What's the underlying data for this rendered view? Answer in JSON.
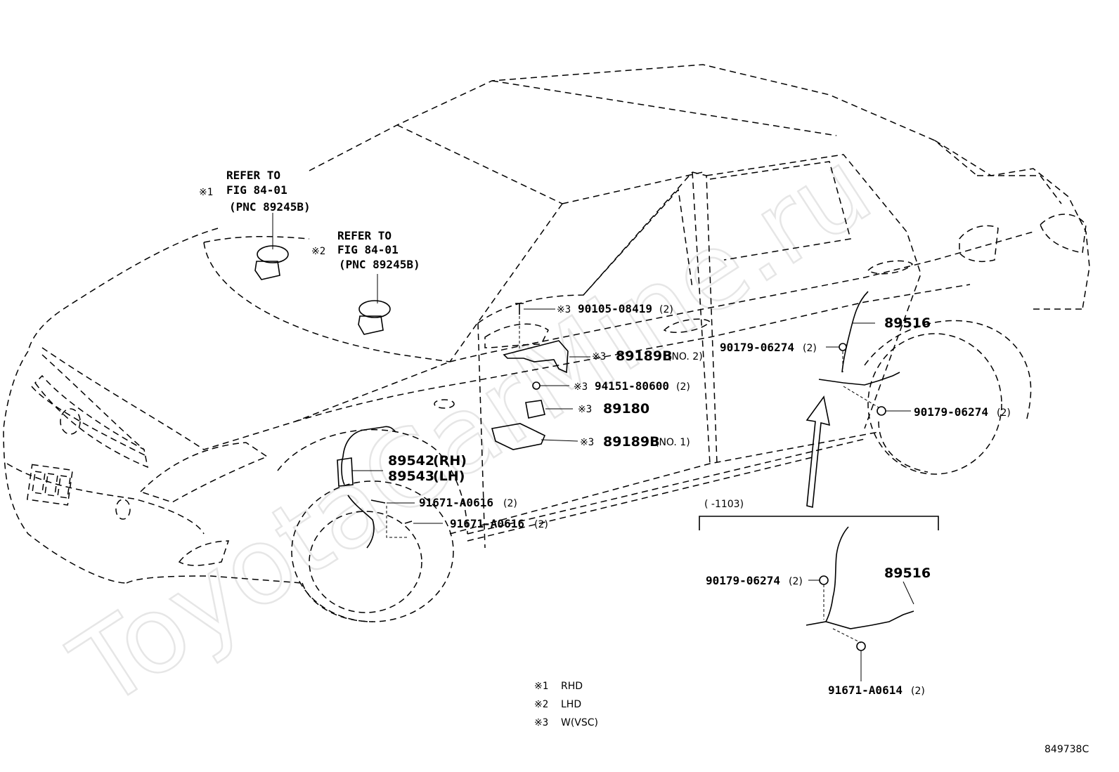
{
  "watermark": "ToyotaCarMine.ru",
  "refs": {
    "rhd": {
      "mark": "※1",
      "line1": "REFER TO",
      "line2": "FIG 84-01",
      "line3": "(PNC 89245B)"
    },
    "lhd": {
      "mark": "※2",
      "line1": "REFER TO",
      "line2": "FIG 84-01",
      "line3": "(PNC 89245B)"
    }
  },
  "parts": {
    "bolt_90105": {
      "mark": "※3",
      "num": "90105-08419",
      "qty": "(2)"
    },
    "bracket_no2": {
      "mark": "※3",
      "num": "89189B",
      "suffix": "(NO. 2)"
    },
    "nut_94151": {
      "mark": "※3",
      "num": "94151-80600",
      "qty": "(2)"
    },
    "sensor_89180": {
      "mark": "※3",
      "num": "89180"
    },
    "bracket_no1": {
      "mark": "※3",
      "num": "89189B",
      "suffix": "(NO. 1)"
    },
    "front_rh": {
      "num": "89542",
      "side": "(RH)"
    },
    "front_lh": {
      "num": "89543",
      "side": "(LH)"
    },
    "bolt_front_a": {
      "num": "91671-A0616",
      "qty": "(2)"
    },
    "bolt_front_b": {
      "num": "91671-A0616",
      "qty": "(2)"
    },
    "rear_sensor": {
      "num": "89516"
    },
    "rear_clip_a": {
      "num": "90179-06274",
      "qty": "(2)"
    },
    "rear_clip_b": {
      "num": "90179-06274",
      "qty": "(2)"
    },
    "inset_range": "(       -1103)",
    "inset_sensor": {
      "num": "89516"
    },
    "inset_clip": {
      "num": "90179-06274",
      "qty": "(2)"
    },
    "inset_bolt": {
      "num": "91671-A0614",
      "qty": "(2)"
    }
  },
  "legend": [
    {
      "mark": "※1",
      "text": "RHD"
    },
    {
      "mark": "※2",
      "text": "LHD"
    },
    {
      "mark": "※3",
      "text": "W(VSC)"
    }
  ],
  "figure_code": "849738C"
}
